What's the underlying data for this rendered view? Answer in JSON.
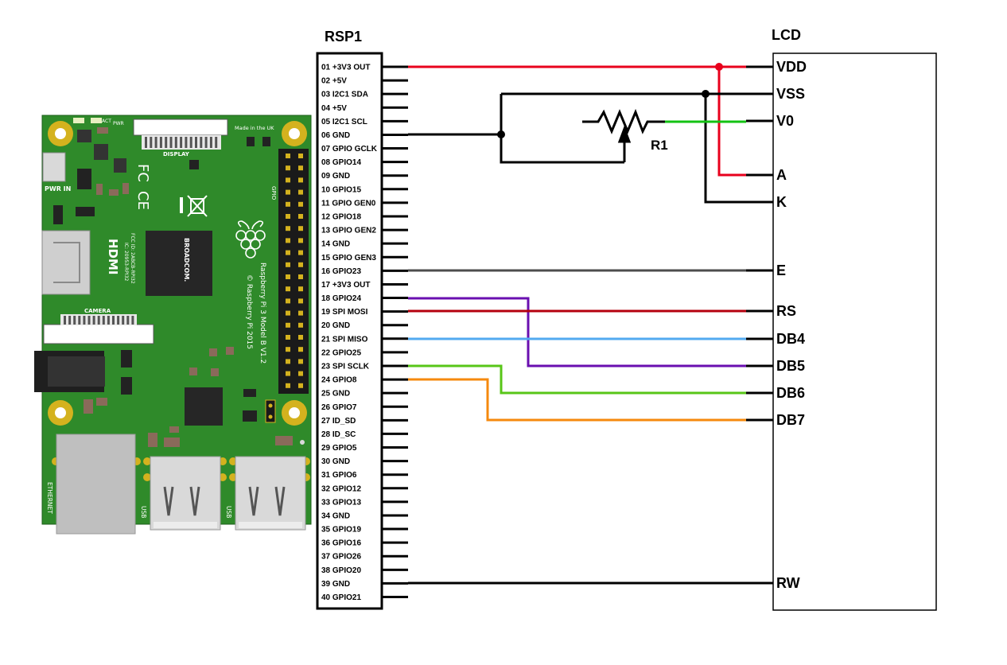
{
  "header": {
    "rsp_title": "RSP1",
    "lcd_title": "LCD"
  },
  "rsp_pins": [
    "01 +3V3 OUT",
    "02 +5V",
    "03 I2C1 SDA",
    "04 +5V",
    "05 I2C1 SCL",
    "06 GND",
    "07 GPIO GCLK",
    "08 GPIO14",
    "09 GND",
    "10 GPIO15",
    "11 GPIO GEN0",
    "12 GPIO18",
    "13 GPIO GEN2",
    "14 GND",
    "15 GPIO GEN3",
    "16 GPIO23",
    "17 +3V3 OUT",
    "18 GPIO24",
    "19 SPI MOSI",
    "20 GND",
    "21 SPI MISO",
    "22 GPIO25",
    "23 SPI SCLK",
    "24 GPIO8",
    "25 GND",
    "26 GPIO7",
    "27 ID_SD",
    "28 ID_SC",
    "29 GPIO5",
    "30 GND",
    "31 GPIO6",
    "32 GPIO12",
    "33 GPIO13",
    "34 GND",
    "35 GPIO19",
    "36 GPIO16",
    "37 GPIO26",
    "38 GPIO20",
    "39 GND",
    "40 GPIO21"
  ],
  "lcd_pins": [
    "VDD",
    "VSS",
    "V0",
    "A",
    "K",
    "E",
    "RS",
    "DB4",
    "DB5",
    "DB6",
    "DB7",
    "RW"
  ],
  "resistor": {
    "label": "R1"
  },
  "board": {
    "fcc_logo": "FC",
    "ce_logo": "CE",
    "act": "ACT",
    "pwr": "PWR",
    "pwr_in": "PWR IN",
    "display": "DISPLAY",
    "made_in": "Made in the UK",
    "gpio": "GPIO",
    "hdmi": "HDMI",
    "fcc_id": "FCC ID: 2ABCB-RPI32",
    "ic": "IC: 20953-RPI32",
    "broadcom": "BROADCOM.",
    "model": "Raspberry Pi 3 Model B V1.2",
    "copyright": "© Raspberry Pi 2015",
    "camera": "CAMERA",
    "ethernet": "ETHERNET",
    "usb1": "USB",
    "usb2": "USB"
  },
  "colors": {
    "red": "#e8001c",
    "dark_red": "#b5000e",
    "black": "#000000",
    "grey": "#4d4d4d",
    "green": "#13c213",
    "purple": "#6a0fb0",
    "blue": "#52aaf0",
    "lime": "#58c618",
    "orange": "#f5890e",
    "board_green": "#2f8a2a",
    "gold": "#d4b21e"
  }
}
